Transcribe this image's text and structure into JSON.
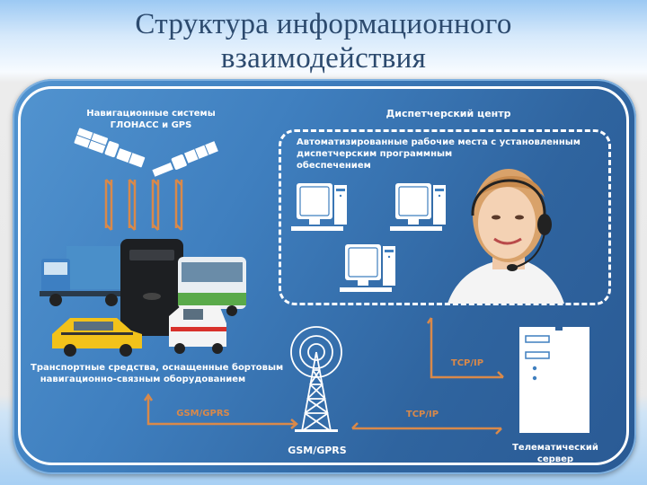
{
  "slide": {
    "title_line1": "Структура информационного",
    "title_line2": "взаимодействия"
  },
  "diagram": {
    "navigation_systems": {
      "line1": "Навигационные системы",
      "line2": "ГЛОНАСС и GPS",
      "icon": "satellite-icon"
    },
    "dispatch_center": {
      "title": "Диспетчерский центр",
      "workstations_line1": "Автоматизированные рабочие места с установленным",
      "workstations_line2": "диспетчерским программным",
      "workstations_line3": "обеспечением",
      "computer_count": 3,
      "icon": "computer-icon",
      "operator_icon": "operator-headset-icon"
    },
    "vehicles": {
      "line1": "Транспортные средства, оснащенные бортовым",
      "line2": "навигационно-связным оборудованием",
      "items": [
        "truck",
        "navigation-terminal",
        "bus",
        "taxi",
        "ambulance"
      ]
    },
    "gsm_tower": {
      "label": "GSM/GPRS",
      "icon": "cell-tower-icon"
    },
    "telematic_server": {
      "line1": "Телематический",
      "line2": "сервер",
      "icon": "server-icon"
    },
    "links": {
      "vehicles_to_tower": "GSM/GPRS",
      "tower_to_server": "TCP/IP",
      "dispatch_to_server": "TCP/IP"
    },
    "colors": {
      "panel_blue": "#3f7fbf",
      "panel_dark": "#2a5a94",
      "arrow_orange": "#d9894a",
      "title_text": "#2c4a6e",
      "white": "#ffffff"
    }
  }
}
